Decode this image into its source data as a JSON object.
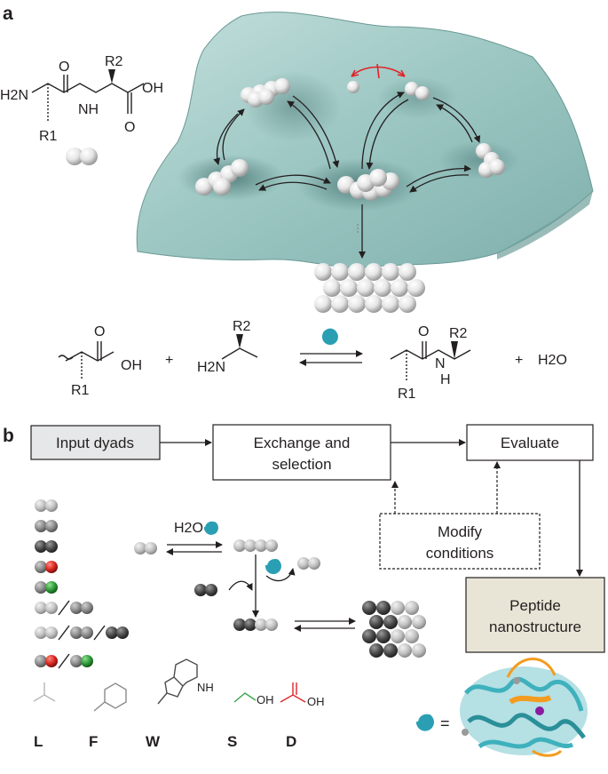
{
  "panel_a": {
    "label": "a",
    "dipeptide": {
      "h2n": "H2N",
      "nh": "NH",
      "r1": "R1",
      "r2": "R2",
      "o1": "O",
      "o2": "O",
      "oh": "OH"
    },
    "reaction": {
      "left_o": "O",
      "left_oh": "OH",
      "left_r1": "R1",
      "plus1": "+",
      "amine_h2n": "H2N",
      "amine_r2": "R2",
      "prod_o": "O",
      "prod_r2": "R2",
      "prod_n": "N",
      "prod_h": "H",
      "prod_r1": "R1",
      "plus2": "+",
      "water": "H2O"
    },
    "colors": {
      "surface": "#a9cfcc",
      "surface_dark": "#5e8f8b",
      "enzyme": "#2a9fb3",
      "red_arrow": "#e0242a"
    }
  },
  "panel_b": {
    "label": "b",
    "boxes": {
      "input": "Input dyads",
      "exchange_line1": "Exchange and",
      "exchange_line2": "selection",
      "evaluate": "Evaluate",
      "modify_line1": "Modify",
      "modify_line2": "conditions",
      "peptide_line1": "Peptide",
      "peptide_line2": "nanostructure"
    },
    "water_label": "H2O",
    "nh_label": "NH",
    "oh_label_s": "OH",
    "oh_label_d": "OH",
    "residue_letters": [
      "L",
      "F",
      "W",
      "S",
      "D"
    ],
    "equals": "=",
    "colors": {
      "input_box": "#e6e7e8",
      "peptide_box": "#e9e5d6",
      "ser": "#3aa64a",
      "asp": "#e0242a",
      "leu": "#b7b7b7",
      "phe": "#8a8a8a",
      "trp": "#4d4d4d",
      "protein": "#3eb1bd",
      "loop": "#f39c1f"
    }
  }
}
